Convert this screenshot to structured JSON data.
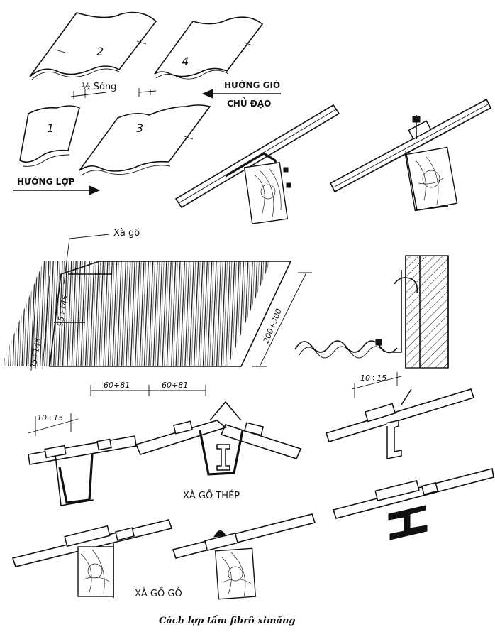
{
  "sheets": {
    "n1": "1",
    "n2": "2",
    "n3": "3",
    "n4": "4",
    "half_wave": "½ Sóng"
  },
  "wind": {
    "line1": "HƯỚNG GIÓ",
    "line2": "CHỦ ĐẠO"
  },
  "laying_direction": "HƯỚNG LỢP",
  "plan": {
    "purlin": "Xà gồ",
    "dim_side_a": "95÷145",
    "dim_side_b": "35÷145",
    "dim_length": "200÷300",
    "dim_width_a": "60÷81",
    "dim_width_b": "60÷81"
  },
  "steel_section": {
    "label": "XÀ GỒ THÉP",
    "dim_left": "10÷15",
    "dim_right": "10÷15"
  },
  "wood_section": {
    "label": "XÀ GỒ GỖ"
  },
  "caption": "Cách lợp tấm fibrô ximăng"
}
